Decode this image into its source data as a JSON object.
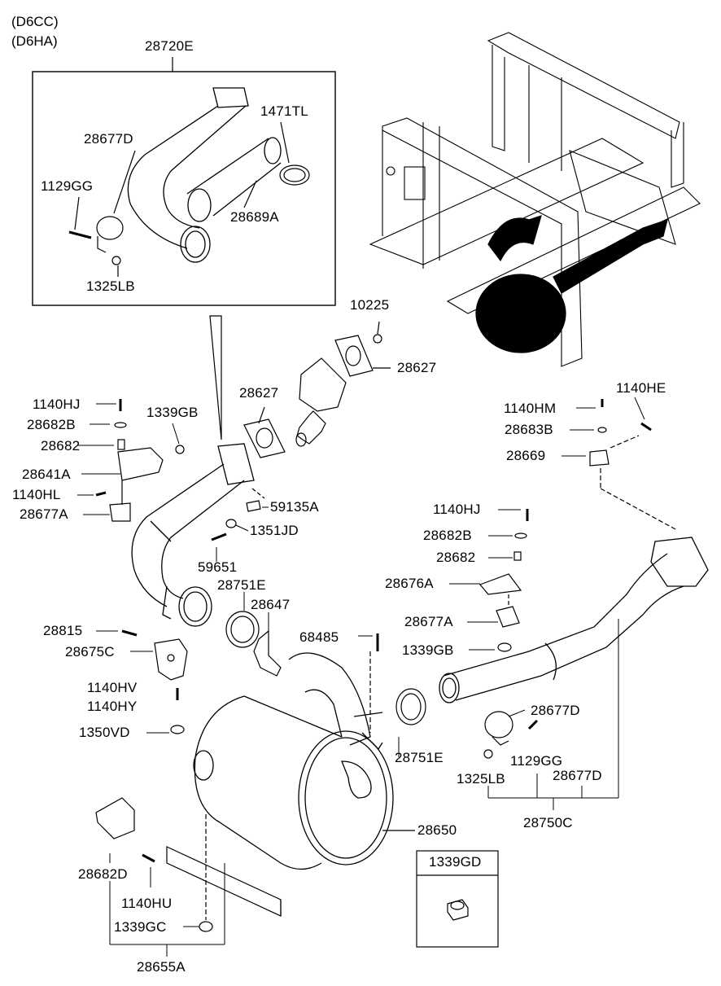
{
  "header": {
    "line1": "(D6CC)",
    "line2": "(D6HA)"
  },
  "inset": {
    "title": "28720E"
  },
  "parts": {
    "p28720E": "28720E",
    "p1471TL": "1471TL",
    "p28677D_a": "28677D",
    "p1129GG_a": "1129GG",
    "p28689A": "28689A",
    "p1325LB_a": "1325LB",
    "p10225": "10225",
    "p28627_a": "28627",
    "p28627_b": "28627",
    "p1140HJ_a": "1140HJ",
    "p1339GB_a": "1339GB",
    "p28682B_a": "28682B",
    "p28682_a": "28682",
    "p28641A": "28641A",
    "p1140HL": "1140HL",
    "p28677A_a": "28677A",
    "p59135A": "59135A",
    "p1351JD": "1351JD",
    "p59651": "59651",
    "p1140HE": "1140HE",
    "p1140HM": "1140HM",
    "p28683B": "28683B",
    "p28669": "28669",
    "p1140HJ_b": "1140HJ",
    "p28682B_b": "28682B",
    "p28682_b": "28682",
    "p28676A": "28676A",
    "p28751E_a": "28751E",
    "p28647": "28647",
    "p28815": "28815",
    "p28675C": "28675C",
    "p68485": "68485",
    "p28677A_b": "28677A",
    "p1339GB_b": "1339GB",
    "p1140HV": "1140HV",
    "p1140HY": "1140HY",
    "p1350VD": "1350VD",
    "p28751E_b": "28751E",
    "p28677D_b": "28677D",
    "p1129GG_b": "1129GG",
    "p1325LB_b": "1325LB",
    "p28677D_c": "28677D",
    "p28750C": "28750C",
    "p28650": "28650",
    "p28682D": "28682D",
    "p1140HU": "1140HU",
    "p1339GC": "1339GC",
    "p28655A": "28655A",
    "p1339GD": "1339GD"
  }
}
